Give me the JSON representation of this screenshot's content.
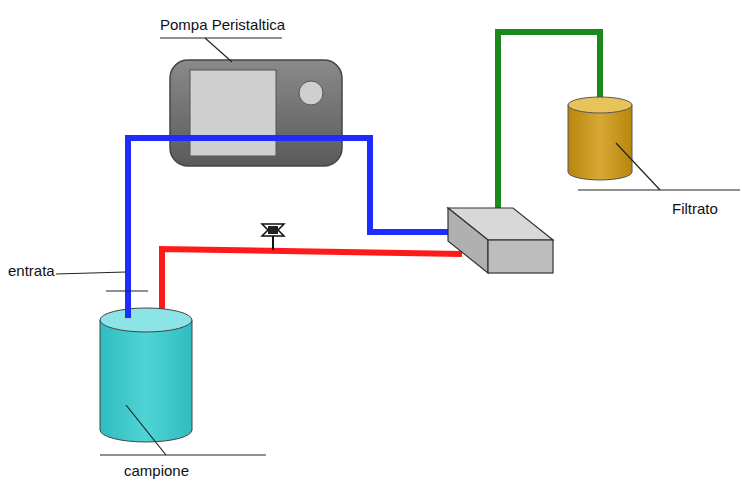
{
  "diagram": {
    "labels": [
      "Pompa Peristaltica",
      "entrata",
      "Filtrato",
      "campione"
    ]
  }
}
